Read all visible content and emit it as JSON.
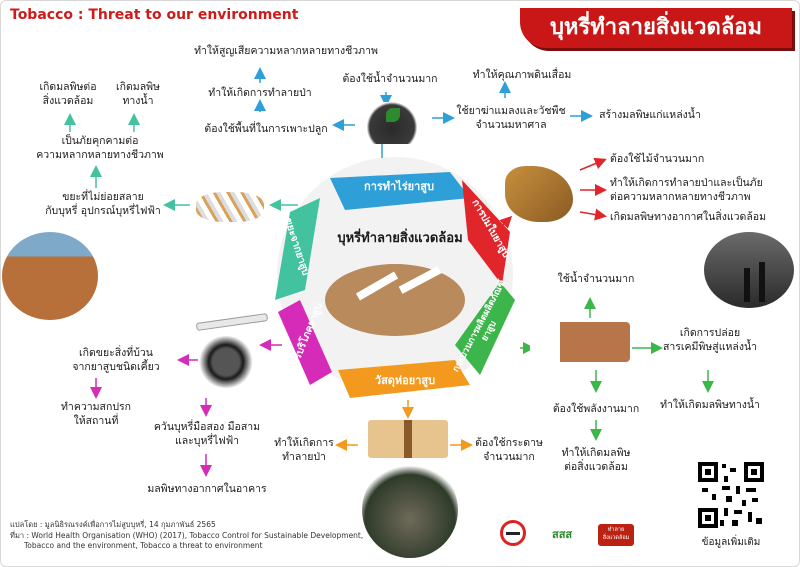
{
  "header": {
    "title_en": "Tobacco : Threat to our environment",
    "title_th": "บุหรี่ทำลายสิ่งแวดล้อม"
  },
  "center": {
    "title": "บุหรี่ทำลายสิ่งแวดล้อม"
  },
  "segments": {
    "cultivation": "การทำไร่ยาสูบ",
    "curing": "การบ่มใบยาสูบ",
    "manufacturing": "กระบวนการผลิตผลิตภัณฑ์ยาสูบ",
    "packaging": "วัสดุห่อยาสูบ",
    "consumption": "การบริโภคยาสูบ",
    "disposal": "ขยะจากยาสูบ"
  },
  "cultivation": {
    "land_for_planting": "ต้องใช้พื้นที่ในการเพาะปลูก",
    "deforestation": "ทำให้เกิดการทำลายป่า",
    "biodiversity_loss": "ทำให้สูญเสียความหลากหลายทางชีวภาพ",
    "water_use": "ต้องใช้น้ำจำนวนมาก",
    "pesticides": "ใช้ยาฆ่าแมลงและวัชพืช\nจำนวนมหาศาล",
    "soil_degradation": "ทำให้คุณภาพดินเสื่อม",
    "water_pollution": "สร้างมลพิษแก่แหล่งน้ำ"
  },
  "curing": {
    "wood_use": "ต้องใช้ไม้จำนวนมาก",
    "forest_damage": "ทำให้เกิดการทำลายป่าและเป็นภัย\nต่อความหลากหลายทางชีวภาพ",
    "air_pollution": "เกิดมลพิษทางอากาศในสิ่งแวดล้อม"
  },
  "manufacturing": {
    "water_use": "ใช้น้ำจำนวนมาก",
    "chemical_release": "เกิดการปล่อย\nสารเคมีพิษสู่แหล่งน้ำ",
    "water_pollution": "ทำให้เกิดมลพิษทางน้ำ",
    "energy_use": "ต้องใช้พลังงานมาก",
    "environmental_pollution": "ทำให้เกิดมลพิษ\nต่อสิ่งแวดล้อม"
  },
  "packaging": {
    "paper_use": "ต้องใช้กระดาษ\nจำนวนมาก",
    "deforestation": "ทำให้เกิดการ\nทำลายป่า"
  },
  "consumption": {
    "spit_waste": "เกิดขยะสิ่งที่บ้วน\nจากยาสูบชนิดเคี้ยว",
    "unsanitary": "ทำความสกปรก\nให้สถานที่",
    "smoke": "ควันบุหรี่มือสอง มือสาม\nและบุหรี่ไฟฟ้า",
    "indoor_air": "มลพิษทางอากาศในอาคาร"
  },
  "disposal": {
    "non_degradable": "ขยะที่ไม่ย่อยสลาย\nกับบุหรี่ อุปกรณ์บุหรี่ไฟฟ้า",
    "biodiversity_threat": "เป็นภัยคุกคามต่อ\nความหลากหลายทางชีวภาพ",
    "env_pollution": "เกิดมลพิษต่อ\nสิ่งแวดล้อม",
    "water_pollution": "เกิดมลพิษ\nทางน้ำ"
  },
  "footer": {
    "translated_by": "แปลโดย   :  มูลนิธิรณรงค์เพื่อการไม่สูบบุหรี่, 14 กุมภาพันธ์ 2565",
    "source": "ที่มา : World Health Organisation (WHO) (2017), Tobacco Control for Sustainable  Development,",
    "source2": "Tobacco and the environment, Tobacco a threat to environment",
    "more_info": "ข้อมูลเพิ่มเติม",
    "logo2": "สสส",
    "logo3": "ทำลาย\nสิ่งแวดล้อม"
  },
  "colors": {
    "cultivation": "#2f9fd8",
    "curing": "#e0262b",
    "manufacturing": "#3cb54a",
    "packaging": "#f39a1e",
    "consumption": "#d62bb8",
    "disposal": "#43c2a0",
    "title_red": "#c91717"
  },
  "icons": [
    "seedling-soil",
    "tobacco-leaves",
    "factory-smoke",
    "cigarette-materials",
    "cigarette-packs",
    "ashtray",
    "cigarette-butts",
    "cracked-earth",
    "polluted-water",
    "qr-code"
  ]
}
